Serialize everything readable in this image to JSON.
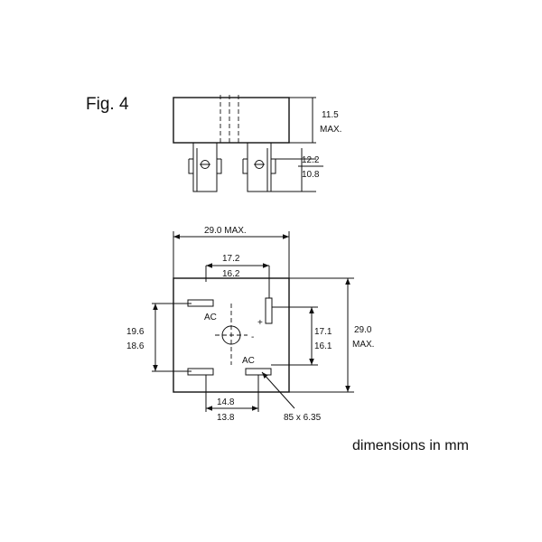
{
  "figure_label": "Fig. 4",
  "units_caption": "dimensions in mm",
  "side_view": {
    "height_max_value": "11.5",
    "height_max_suffix": "MAX.",
    "lead_length_max": "12.2",
    "lead_length_min": "10.8"
  },
  "top_view": {
    "width_label": "29.0 MAX.",
    "inner_span_max": "17.2",
    "inner_span_min": "16.2",
    "left_span_max": "19.6",
    "left_span_min": "18.6",
    "right_span_max": "17.1",
    "right_span_min": "16.1",
    "height_max_value": "29.0",
    "height_max_suffix": "MAX.",
    "bottom_span_max": "14.8",
    "bottom_span_min": "13.8",
    "terminal_size": "85 x 6.35",
    "ac_label_upper": "AC",
    "ac_label_lower": "AC",
    "plus_sign": "+",
    "minus_sign": "-"
  }
}
